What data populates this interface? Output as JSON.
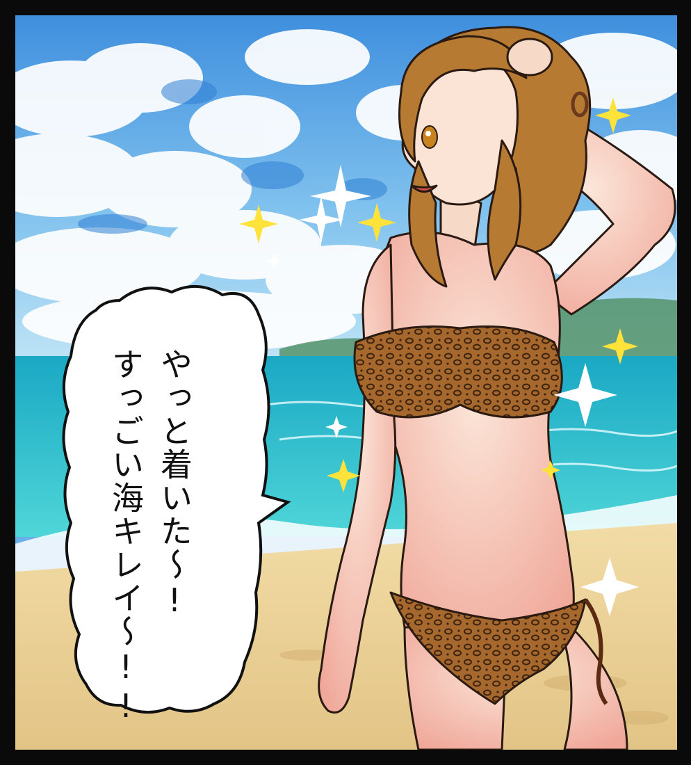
{
  "panel": {
    "speech_bubble": {
      "lines": [
        "やっと着いた〜!",
        "すっごい海キレイ〜!!"
      ]
    }
  },
  "colors": {
    "frame": "#0a0a0a",
    "sky_top": "#3f8fde",
    "sky_bottom": "#a8d8f2",
    "sea": "#2bbfcf",
    "sand": "#e9cf93",
    "skin": "#f7d9c8",
    "hair": "#b77a32",
    "bikini": "#9a5a25",
    "sparkle": "#ffe23a"
  },
  "icons": [
    "sparkle-icon",
    "speech-bubble"
  ]
}
